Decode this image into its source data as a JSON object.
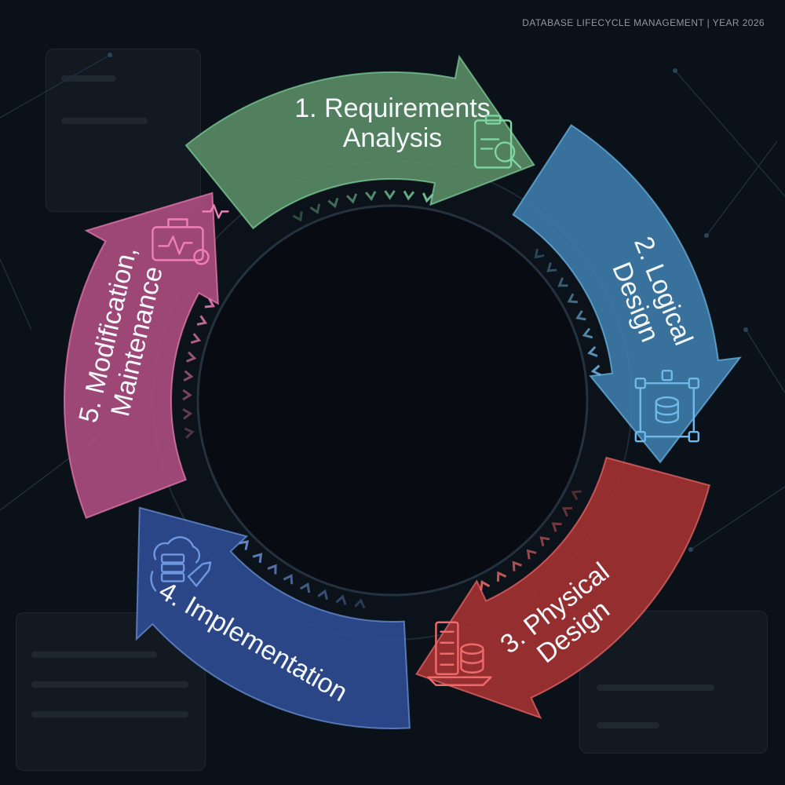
{
  "header": {
    "text": "DATABASE LIFECYCLE MANAGEMENT | YEAR 2026"
  },
  "stages": [
    {
      "lines": [
        "1. Requirements",
        "Analysis"
      ],
      "color": "#5c8f68",
      "chevron": "#7fd6a0",
      "icon": "clipboard-magnifier-icon"
    },
    {
      "lines": [
        "2. Logical",
        "Design"
      ],
      "color": "#3f7fae",
      "chevron": "#6fb9ea",
      "icon": "database-network-icon"
    },
    {
      "lines": [
        "3. Physical",
        "Design"
      ],
      "color": "#a83232",
      "chevron": "#ef6b6b",
      "icon": "server-storage-icon"
    },
    {
      "lines": [
        "4. Implementation"
      ],
      "color": "#2f4d96",
      "chevron": "#6f97e0",
      "icon": "cloud-server-rocket-icon"
    },
    {
      "lines": [
        "5. Modification,",
        "Maintenance"
      ],
      "color": "#b04e83",
      "chevron": "#ef7fb8",
      "icon": "toolbox-heartbeat-icon"
    }
  ]
}
